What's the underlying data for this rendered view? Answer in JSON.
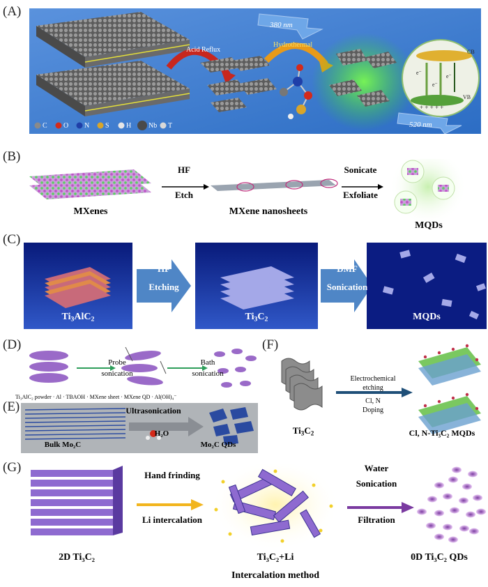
{
  "panels": {
    "a": {
      "label": "(A)",
      "step1": "Acid Reflux",
      "step2": "Hydrothermal",
      "wl_excite": "380 nm",
      "wl_emit": "520 nm",
      "cb": "CB",
      "vb": "VB",
      "electron": "e⁻",
      "legend": [
        {
          "sym": "C",
          "color": "#8a8a8a"
        },
        {
          "sym": "O",
          "color": "#d42a1a"
        },
        {
          "sym": "N",
          "color": "#1f3fa8"
        },
        {
          "sym": "S",
          "color": "#d8a52a"
        },
        {
          "sym": "H",
          "color": "#e6e6e6"
        },
        {
          "sym": "Nb",
          "color": "#4a4a4a"
        },
        {
          "sym": "T",
          "color": "#d8d8d8"
        }
      ]
    },
    "b": {
      "label": "(B)",
      "step1_top": "HF",
      "step1_bottom": "Etch",
      "step2_top": "Sonicate",
      "step2_bottom": "Exfoliate",
      "cap1": "MXenes",
      "cap2": "MXene nanosheets",
      "cap3": "MQDs"
    },
    "c": {
      "label": "(C)",
      "step1_top": "HF",
      "step1_bottom": "Etching",
      "step2_top": "DMF",
      "step2_bottom": "Sonication",
      "box1_main": "Ti",
      "box1_s1": "3",
      "box1_mid": "AlC",
      "box1_s2": "2",
      "box2_main": "Ti",
      "box2_s1": "3",
      "box2_mid": "C",
      "box2_s2": "2",
      "box3": "MQDs"
    },
    "d": {
      "label": "(D)",
      "step1_top": "Probe",
      "step1_bottom": "sonication",
      "step2_top": "Bath",
      "step2_bottom": "sonication",
      "legend": [
        "Ti₃AlC₂ powder",
        "Al",
        "TBAOH",
        "MXene sheet",
        "MXene QD",
        "Al(OH)₄⁻"
      ]
    },
    "e": {
      "label": "(E)",
      "step_top": "Ultrasonication",
      "step_bottom": "H₂O",
      "cap1": "Bulk Mo₂C",
      "cap2": "Mo₂C QDs"
    },
    "f": {
      "label": "(F)",
      "step_line1": "Electrochemical",
      "step_line2": "etching",
      "step_line3": "Cl, N",
      "step_line4": "Doping",
      "cap1_main": "Ti",
      "cap1_s1": "3",
      "cap1_mid": "C",
      "cap1_s2": "2",
      "cap2": "Cl, N-Ti₃C₂ MQDs"
    },
    "g": {
      "label": "(G)",
      "step1_top": "Hand frinding",
      "step1_bottom": "Li intercalation",
      "step2_top": "Water",
      "step2_mid": "Sonication",
      "step2_bottom": "Filtration",
      "cap1": "2D Ti₃C₂",
      "cap2": "Ti₃C₂+Li",
      "cap3": "0D Ti₃C₂ QDs",
      "method": "Intercalation method"
    }
  },
  "colors": {
    "panel_a_bg": "#3f7fd4",
    "panel_c_bg": "#0c1f86",
    "arrow_blue": "#4f86c6",
    "arrow_red": "#c8271e",
    "arrow_orange": "#e89a1a",
    "arrow_gold": "#f2b51e",
    "arrow_purple": "#7a3aa0",
    "arrow_teal": "#1f4f78"
  }
}
